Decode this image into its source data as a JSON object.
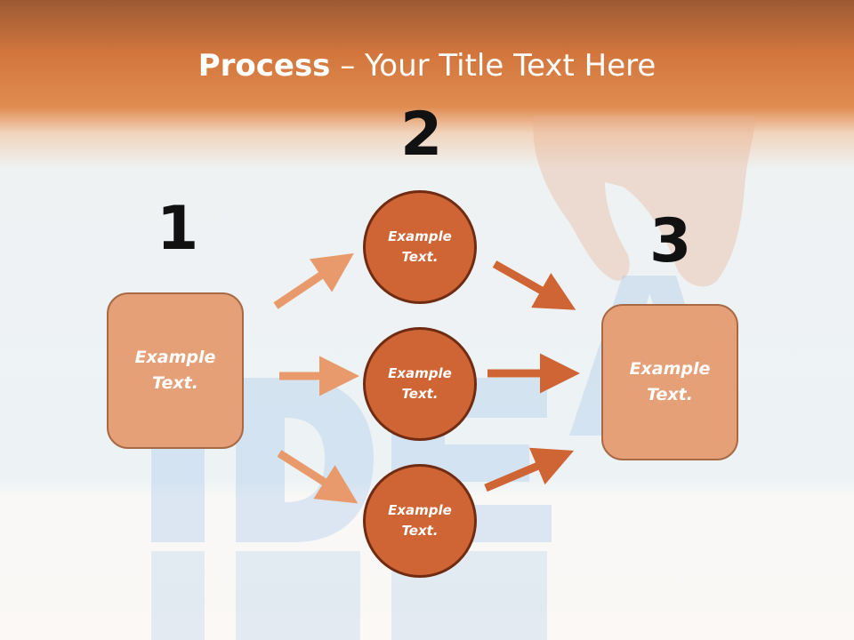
{
  "title": {
    "bold": "Process",
    "rest": " – Your Title Text Here"
  },
  "steps": [
    {
      "number": "1",
      "text": "Example Text."
    },
    {
      "number": "2"
    },
    {
      "number": "3",
      "text": "Example Text."
    }
  ],
  "circles": [
    {
      "text": "Example Text."
    },
    {
      "text": "Example Text."
    },
    {
      "text": "Example Text."
    }
  ],
  "colors": {
    "header_orange": "#d2763d",
    "box_fill": "#e6a078",
    "circle_fill": "#cf6535",
    "arrow_light": "#e89a6c",
    "arrow_dark": "#cf6535"
  },
  "background": {
    "watermark": "IDEA"
  }
}
